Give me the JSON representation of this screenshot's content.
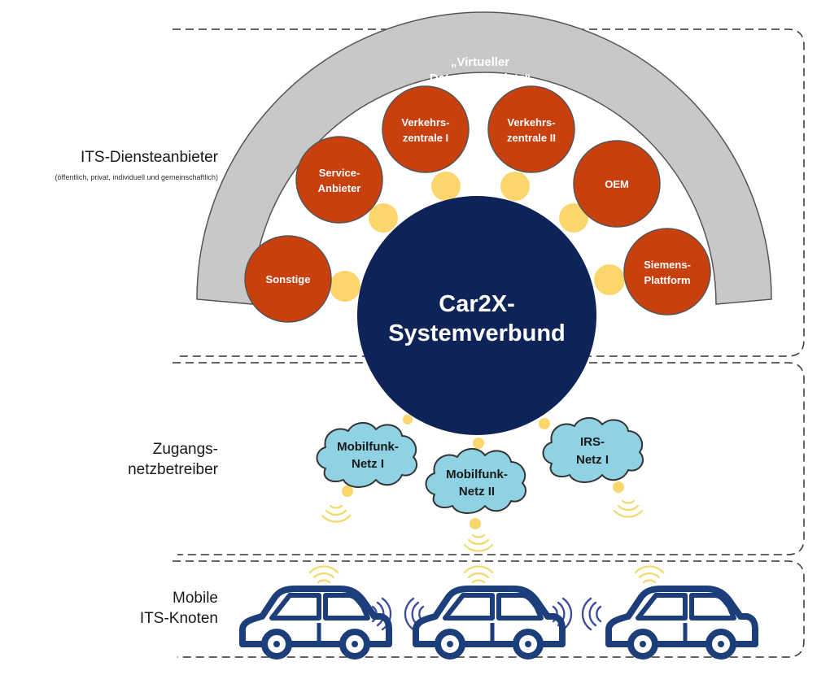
{
  "layers": {
    "services": {
      "title": "ITS-Diensteanbieter",
      "subtitle": "(öffentlich, privat, individuell und gemeinschaftlich)"
    },
    "access": {
      "title_line1": "Zugangs-",
      "title_line2": "netzbetreiber"
    },
    "mobile": {
      "title_line1": "Mobile",
      "title_line2": "ITS-Knoten"
    }
  },
  "marketplace": {
    "line1": "„Virtueller",
    "line2": "Datenmarktplatz“"
  },
  "hub": {
    "line1": "Car2X-",
    "line2": "Systemverbund"
  },
  "providers": [
    {
      "line1": "Sonstige",
      "line2": ""
    },
    {
      "line1": "Service-",
      "line2": "Anbieter"
    },
    {
      "line1": "Verkehrs-",
      "line2": "zentrale I"
    },
    {
      "line1": "Verkehrs-",
      "line2": "zentrale II"
    },
    {
      "line1": "OEM",
      "line2": ""
    },
    {
      "line1": "Siemens-",
      "line2": "Plattform"
    }
  ],
  "networks": [
    {
      "line1": "Mobilfunk-",
      "line2": "Netz I"
    },
    {
      "line1": "Mobilfunk-",
      "line2": "Netz II"
    },
    {
      "line1": "IRS-",
      "line2": "Netz I"
    }
  ],
  "vehicles": [
    "car",
    "car",
    "car"
  ],
  "colors": {
    "provider": "#c8400e",
    "hub": "#0e2459",
    "cloud": "#8fd2e3",
    "connector": "#fbd66d",
    "marketplace": "#c8c8c8",
    "car": "#1c3e7a",
    "signal": "#f1db6e",
    "v2v_signal": "#3b4aa0"
  },
  "icons": {
    "signal": "wireless-signal-icon",
    "car": "car-icon",
    "cloud": "cloud-icon"
  }
}
